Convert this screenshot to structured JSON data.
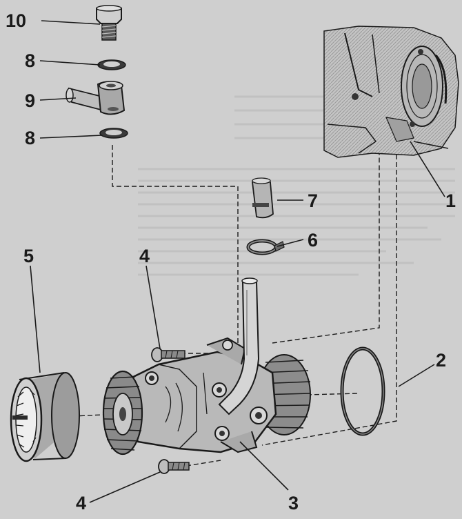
{
  "labels": {
    "l1": "1",
    "l2": "2",
    "l3": "3",
    "l4a": "4",
    "l4b": "4",
    "l5": "5",
    "l6": "6",
    "l7": "7",
    "l8a": "8",
    "l8b": "8",
    "l9": "9",
    "l10": "10"
  },
  "colors": {
    "background": "#cfcfcf",
    "ink": "#1a1a1a",
    "part_fill": "#bdbdbd",
    "part_dark": "#7a7a7a"
  }
}
